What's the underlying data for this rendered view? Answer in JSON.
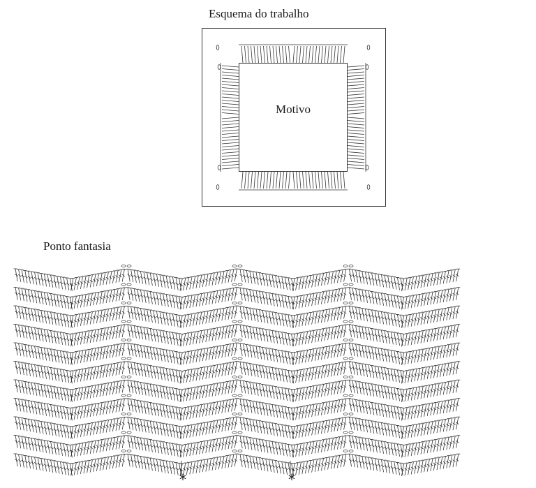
{
  "scheme": {
    "title": "Esquema do trabalho",
    "motif_label": "Motivo"
  },
  "pattern": {
    "title": "Ponto fantasia",
    "repeat_marker": "*"
  },
  "colors": {
    "ink": "#333333",
    "background": "#ffffff"
  }
}
